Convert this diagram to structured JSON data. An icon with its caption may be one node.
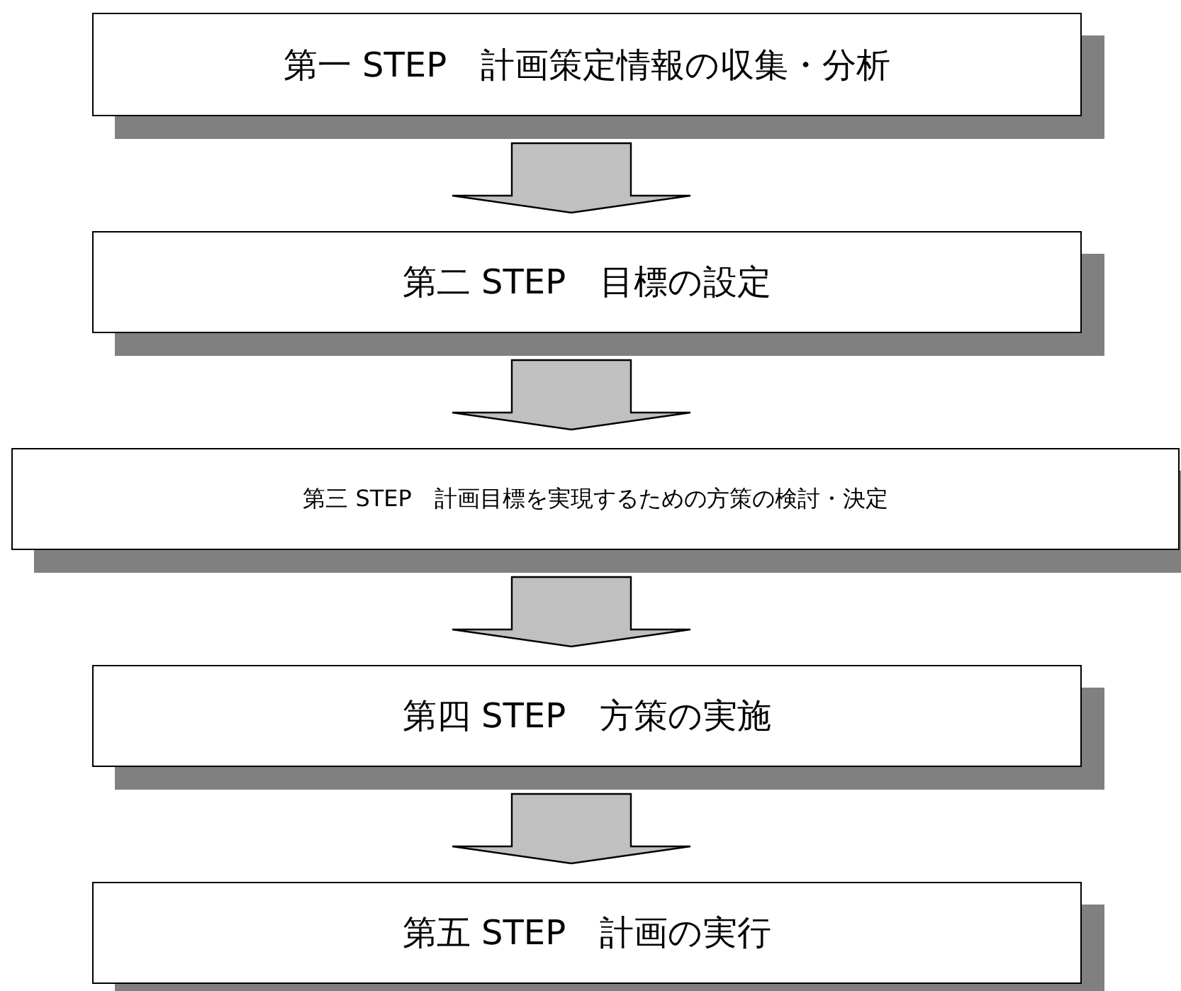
{
  "diagram": {
    "nodes": [
      {
        "text": [
          "第一 STEP　計画策定情報の収集・分析"
        ]
      },
      {
        "text": [
          "第二 STEP　目標の設定"
        ]
      },
      {
        "text": [
          "第三 STEP　計画目標を実現するための方策の検討・決定"
        ]
      },
      {
        "text": [
          "第四 STEP　方策の実施"
        ]
      },
      {
        "text": [
          "第五 STEP　計画の実行"
        ]
      }
    ],
    "edges": [
      {
        "from": 0,
        "to": 1,
        "arrow": "to"
      },
      {
        "from": 1,
        "to": 2,
        "arrow": "to"
      },
      {
        "from": 2,
        "to": 3,
        "arrow": "to"
      },
      {
        "from": 3,
        "to": 4,
        "arrow": "to"
      }
    ]
  }
}
